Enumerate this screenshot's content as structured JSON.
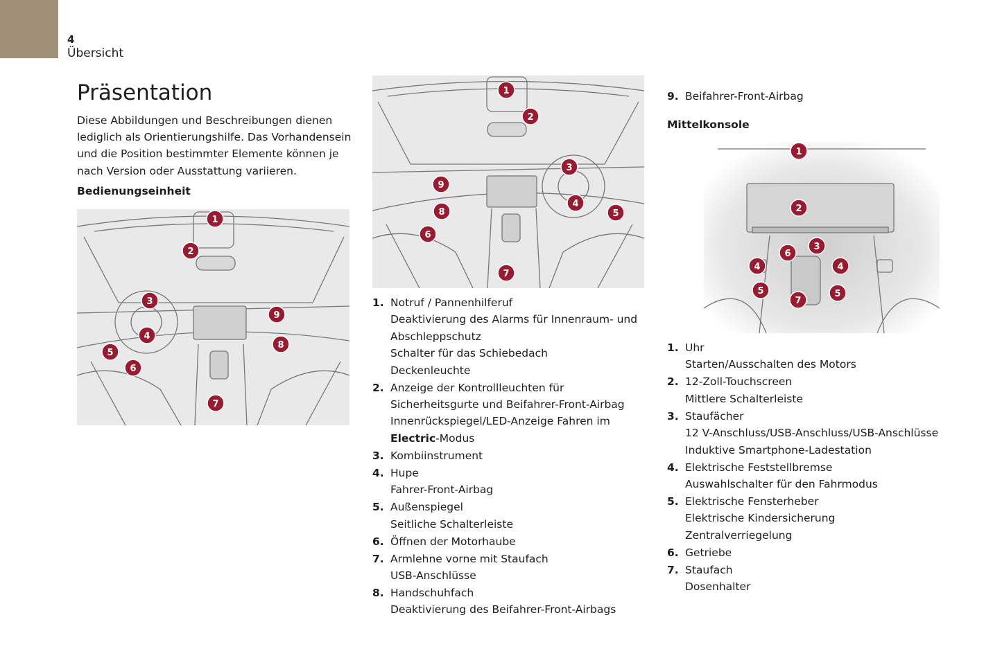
{
  "header": {
    "page_number": "4",
    "section": "Übersicht",
    "tab_color": "#a38f77"
  },
  "title": "Präsentation",
  "intro": "Diese Abbildungen und Beschreibungen dienen lediglich als Orientierungshilfe. Das Vorhandensein und die Position bestimmter Elemente können je nach Version oder Ausstattung variieren.",
  "bedienungseinheit": {
    "heading": "Bedienungseinheit"
  },
  "colors": {
    "callout": "#9a1b2f",
    "figure_bg": "#ececec",
    "line": "#8a8a8a"
  },
  "figures": {
    "fig1": {
      "callouts": [
        "1",
        "2",
        "3",
        "4",
        "5",
        "6",
        "7",
        "8",
        "9"
      ]
    },
    "fig2": {
      "callouts": [
        "1",
        "2",
        "3",
        "4",
        "5",
        "6",
        "7",
        "8",
        "9"
      ]
    },
    "fig3": {
      "callouts": [
        "1",
        "2",
        "3",
        "4",
        "4",
        "5",
        "5",
        "6",
        "7"
      ]
    }
  },
  "list_middle": [
    {
      "num": "1.",
      "lines": [
        "Notruf / Pannenhilferuf",
        "Deaktivierung des Alarms für Innenraum- und Abschleppschutz",
        "Schalter für das Schiebedach",
        "Deckenleuchte"
      ]
    },
    {
      "num": "2.",
      "lines": [
        "Anzeige der Kontrollleuchten für Sicherheitsgurte und Beifahrer-Front-Airbag",
        "Innenrückspiegel/LED-Anzeige Fahren im"
      ],
      "bold_word": "Electric",
      "after_bold": "-Modus"
    },
    {
      "num": "3.",
      "lines": [
        "Kombiinstrument"
      ]
    },
    {
      "num": "4.",
      "lines": [
        "Hupe",
        "Fahrer-Front-Airbag"
      ]
    },
    {
      "num": "5.",
      "lines": [
        "Außenspiegel",
        "Seitliche Schalterleiste"
      ]
    },
    {
      "num": "6.",
      "lines": [
        "Öffnen der Motorhaube"
      ]
    },
    {
      "num": "7.",
      "lines": [
        "Armlehne vorne mit Staufach",
        "USB-Anschlüsse"
      ]
    },
    {
      "num": "8.",
      "lines": [
        "Handschuhfach",
        "Deaktivierung des Beifahrer-Front-Airbags"
      ]
    }
  ],
  "list_top_right": [
    {
      "num": "9.",
      "lines": [
        "Beifahrer-Front-Airbag"
      ]
    }
  ],
  "mittelkonsole": {
    "heading": "Mittelkonsole"
  },
  "list_right": [
    {
      "num": "1.",
      "lines": [
        "Uhr",
        "Starten/Ausschalten des Motors"
      ]
    },
    {
      "num": "2.",
      "lines": [
        "12-Zoll-Touchscreen",
        "Mittlere Schalterleiste"
      ]
    },
    {
      "num": "3.",
      "lines": [
        "Staufächer",
        "12 V-Anschluss/USB-Anschluss/USB-Anschlüsse",
        "Induktive Smartphone-Ladestation"
      ]
    },
    {
      "num": "4.",
      "lines": [
        "Elektrische Feststellbremse",
        "Auswahlschalter für den Fahrmodus"
      ]
    },
    {
      "num": "5.",
      "lines": [
        "Elektrische Fensterheber",
        "Elektrische Kindersicherung",
        "Zentralverriegelung"
      ]
    },
    {
      "num": "6.",
      "lines": [
        "Getriebe"
      ]
    },
    {
      "num": "7.",
      "lines": [
        "Staufach",
        "Dosenhalter"
      ]
    }
  ]
}
